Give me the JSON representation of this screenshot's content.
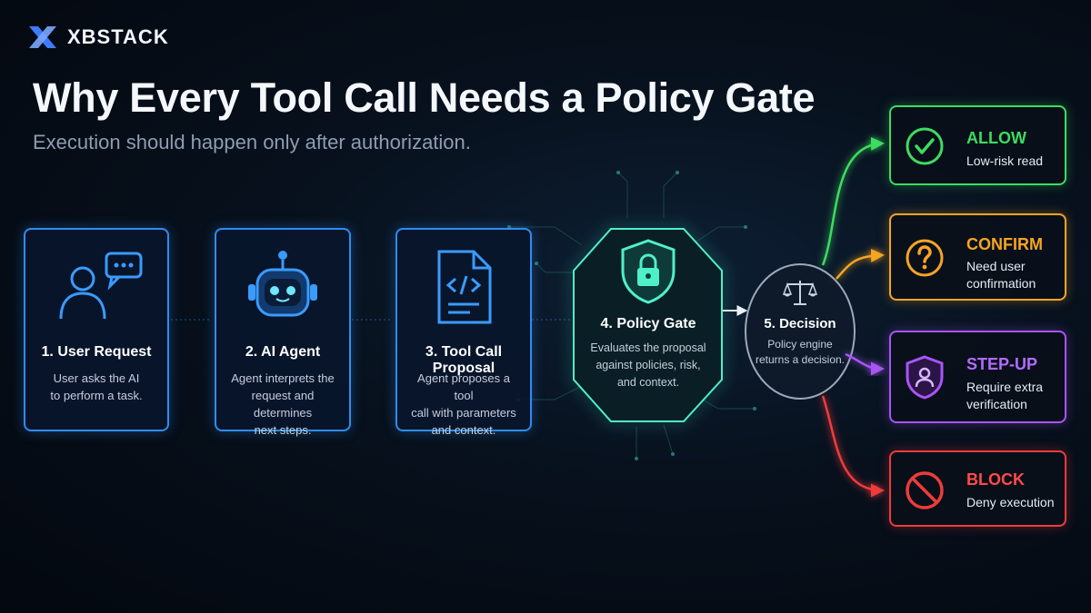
{
  "brand": {
    "name": "XBSTACK",
    "logo_icon": "x-logo-icon"
  },
  "header": {
    "title": "Why Every Tool Call Needs a Policy Gate",
    "subtitle": "Execution should happen only after authorization."
  },
  "flow": {
    "steps": [
      {
        "title": "1. User Request",
        "desc": [
          "User asks the AI",
          "to perform a task."
        ],
        "icon": "user-chat-icon"
      },
      {
        "title": "2. AI Agent",
        "desc": [
          "Agent interprets the",
          "request and determines",
          "next steps."
        ],
        "icon": "robot-icon"
      },
      {
        "title": "3. Tool Call Proposal",
        "desc": [
          "Agent proposes a tool",
          "call with parameters",
          "and context."
        ],
        "icon": "code-document-icon"
      }
    ],
    "gate": {
      "title": "4. Policy Gate",
      "desc": [
        "Evaluates the proposal",
        "against policies, risk,",
        "and context."
      ],
      "icon": "shield-lock-icon"
    },
    "decision": {
      "title": "5. Decision",
      "desc": [
        "Policy engine",
        "returns a decision."
      ],
      "icon": "scales-icon"
    }
  },
  "outcomes": [
    {
      "label": "ALLOW",
      "desc": [
        "Low-risk read"
      ],
      "color": "#3ddc5f",
      "icon": "check-circle-icon"
    },
    {
      "label": "CONFIRM",
      "desc": [
        "Need user",
        "confirmation"
      ],
      "color": "#f5a524",
      "icon": "question-circle-icon"
    },
    {
      "label": "STEP-UP",
      "desc": [
        "Require extra",
        "verification"
      ],
      "color": "#a855f7",
      "icon": "shield-user-icon"
    },
    {
      "label": "BLOCK",
      "desc": [
        "Deny execution"
      ],
      "color": "#ef3b3b",
      "icon": "prohibited-icon"
    }
  ],
  "colors": {
    "accent_blue": "#2f8cf0",
    "gate_teal": "#33d9b2",
    "title_white": "#f4f7fb",
    "subtitle_gray": "#8d9db3"
  }
}
